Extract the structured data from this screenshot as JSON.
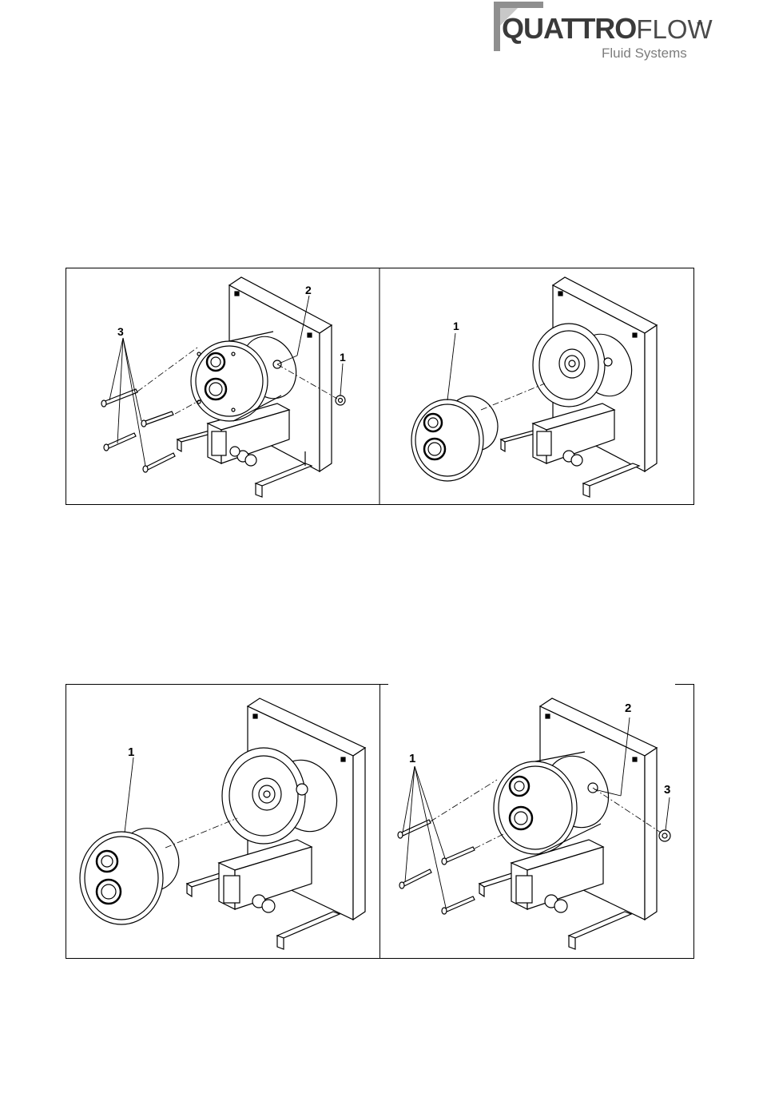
{
  "header": {
    "logo_strong": "QUATTRO",
    "logo_light": "FLOW",
    "logo_tm": "™",
    "logo_tagline": "Fluid Systems"
  },
  "figures": {
    "row1_left_callouts": [
      "1",
      "2",
      "3"
    ],
    "row1_right_callouts": [
      "1"
    ],
    "row2_left_callouts": [
      "1"
    ],
    "row2_right_callouts": [
      "1",
      "2",
      "3"
    ]
  }
}
